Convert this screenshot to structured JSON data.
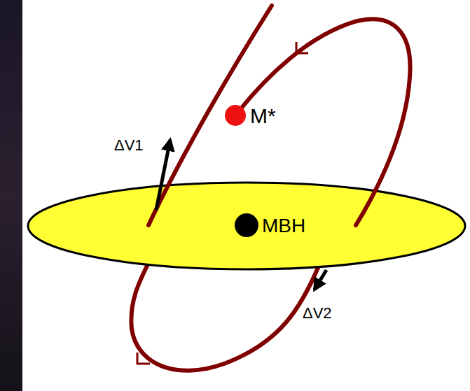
{
  "diagram": {
    "labels": [
      "M*",
      "MBH",
      "ΔV1",
      "ΔV2"
    ]
  }
}
